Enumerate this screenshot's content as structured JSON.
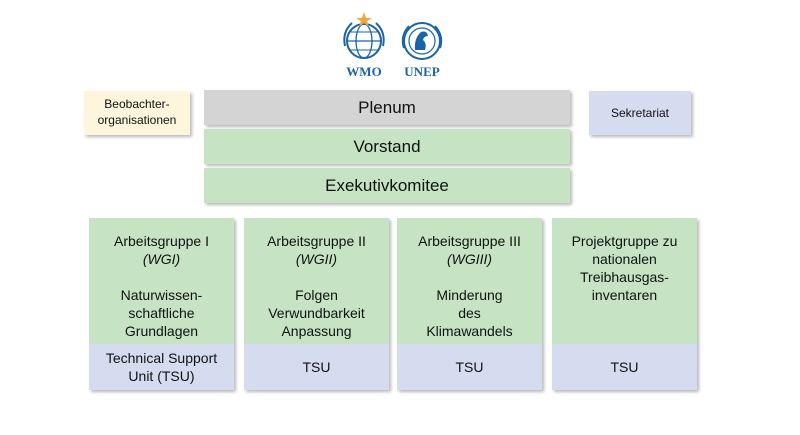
{
  "logos": [
    {
      "name": "WMO",
      "icon": "wmo-emblem-icon",
      "color": "#1a64a8"
    },
    {
      "name": "UNEP",
      "icon": "unep-emblem-icon",
      "color": "#1a64a8"
    }
  ],
  "top_structure": {
    "plenum": "Plenum",
    "vorstand": "Vorstand",
    "exekutiv": "Exekutivkomitee",
    "observer": [
      "Beobachter-",
      "organisationen"
    ],
    "secretariat": "Sekretariat"
  },
  "groups": [
    {
      "name": "Arbeitsgruppe I",
      "abbr": "(WGI)",
      "topic": [
        "Naturwissen-",
        "schaftliche",
        "Grundlagen"
      ],
      "tsu": [
        "Technical Support",
        "Unit (TSU)"
      ]
    },
    {
      "name": "Arbeitsgruppe II",
      "abbr": "(WGII)",
      "topic": [
        "Folgen",
        "Verwundbarkeit",
        "Anpassung"
      ],
      "tsu": [
        "TSU"
      ]
    },
    {
      "name": "Arbeitsgruppe III",
      "abbr": "(WGIII)",
      "topic": [
        "Minderung",
        "des",
        "Klimawandels"
      ],
      "tsu": [
        "TSU"
      ]
    },
    {
      "name": "Projektgruppe zu nationalen Treibhausgas-inventaren",
      "name_lines": [
        "Projektgruppe zu",
        "nationalen",
        "Treibhausgas-",
        "inventaren"
      ],
      "tsu": [
        "TSU"
      ]
    }
  ],
  "colors": {
    "gray": "#d4d4d4",
    "green": "#c6e4c4",
    "lavender": "#d5dcf0",
    "cream": "#fdf5dc",
    "logo_blue": "#1a64a8"
  }
}
